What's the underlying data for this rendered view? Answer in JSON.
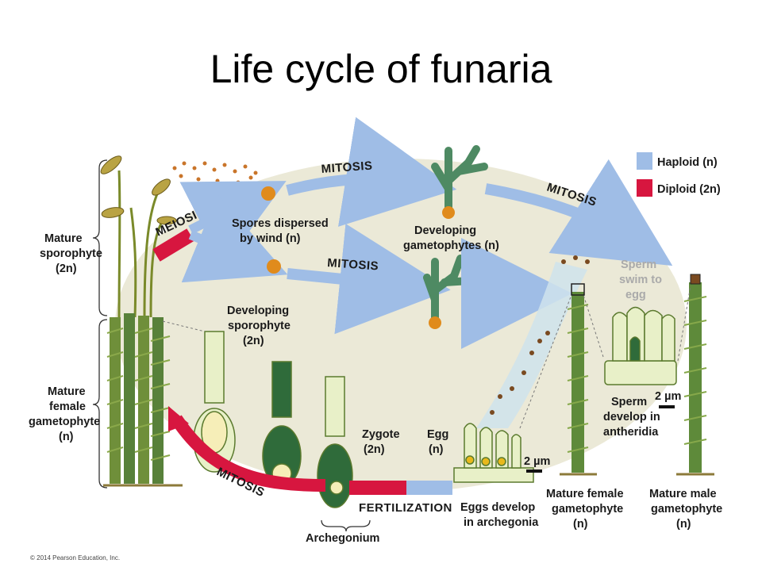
{
  "title": "Life cycle of funaria",
  "legend": {
    "haploid": {
      "label": "Haploid (n)",
      "color": "#9fbde6"
    },
    "diploid": {
      "label": "Diploid (2n)",
      "color": "#d7163f"
    }
  },
  "stages": {
    "meiosis": "MEIOSIS",
    "mitosis_top": "MITOSIS",
    "mitosis_right": "MITOSIS",
    "mitosis_mid": "MITOSIS",
    "mitosis_bottom": "MITOSIS",
    "fertilization": "FERTILIZATION"
  },
  "labels": {
    "mature_sporophyte": [
      "Mature",
      "sporophyte",
      "(2n)"
    ],
    "mature_female_gametophyte_left": [
      "Mature",
      "female",
      "gametophyte",
      "(n)"
    ],
    "spores": [
      "Spores dispersed",
      "by wind (n)"
    ],
    "developing_gametophytes": [
      "Developing",
      "gametophytes (n)"
    ],
    "sperm_swim": [
      "Sperm",
      "swim to",
      "egg"
    ],
    "developing_sporophyte": [
      "Developing",
      "sporophyte",
      "(2n)"
    ],
    "zygote": [
      "Zygote",
      "(2n)"
    ],
    "egg": [
      "Egg",
      "(n)"
    ],
    "scale_left": "2 µm",
    "scale_right": "2 µm",
    "sperm_antheridia": [
      "Sperm",
      "develop in",
      "antheridia"
    ],
    "eggs_archegonia": [
      "Eggs develop",
      "in archegonia"
    ],
    "mature_female_gametophyte_right": [
      "Mature female",
      "gametophyte",
      "(n)"
    ],
    "mature_male_gametophyte": [
      "Mature male",
      "gametophyte",
      "(n)"
    ],
    "archegonium": "Archegonium"
  },
  "copyright": "© 2014 Pearson Education, Inc.",
  "colors": {
    "background_oval": "#ebe9d7",
    "plant_green": "#5e8a3a",
    "dark_green": "#2f6b3a",
    "cell_fill": "#e8f0c8",
    "spore_orange": "#e08b1c"
  }
}
